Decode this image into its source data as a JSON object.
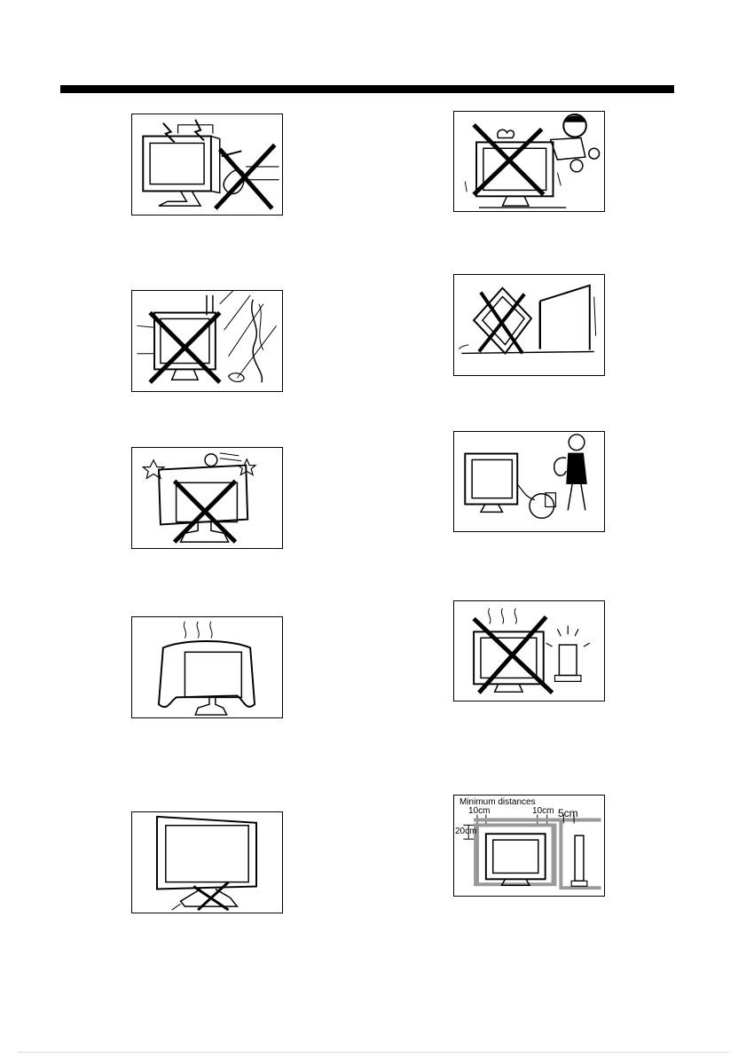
{
  "page": {
    "panels": [
      {
        "id": "lightning",
        "icon": "lightning-storm-icon",
        "prohibited": true
      },
      {
        "id": "child-climbing",
        "icon": "child-climbing-tv-icon",
        "prohibited": true
      },
      {
        "id": "moisture",
        "icon": "rain-moisture-icon",
        "prohibited": true
      },
      {
        "id": "unstable-placement",
        "icon": "tilted-tv-icon",
        "prohibited": true
      },
      {
        "id": "impact",
        "icon": "impact-star-icon",
        "prohibited": true
      },
      {
        "id": "unplug-cleaning",
        "icon": "unplug-cable-icon",
        "prohibited": false
      },
      {
        "id": "covered-vents",
        "icon": "cloth-cover-icon",
        "prohibited": false
      },
      {
        "id": "heat-source",
        "icon": "heater-icon",
        "prohibited": true
      },
      {
        "id": "unstable-stand",
        "icon": "broken-stand-icon",
        "prohibited": true
      },
      {
        "id": "min-distances",
        "icon": "ventilation-distance-icon",
        "prohibited": false
      }
    ]
  },
  "distances": {
    "title": "Minimum distances",
    "left": "10cm",
    "right": "10cm",
    "rear": "5cm",
    "top": "20cm"
  }
}
